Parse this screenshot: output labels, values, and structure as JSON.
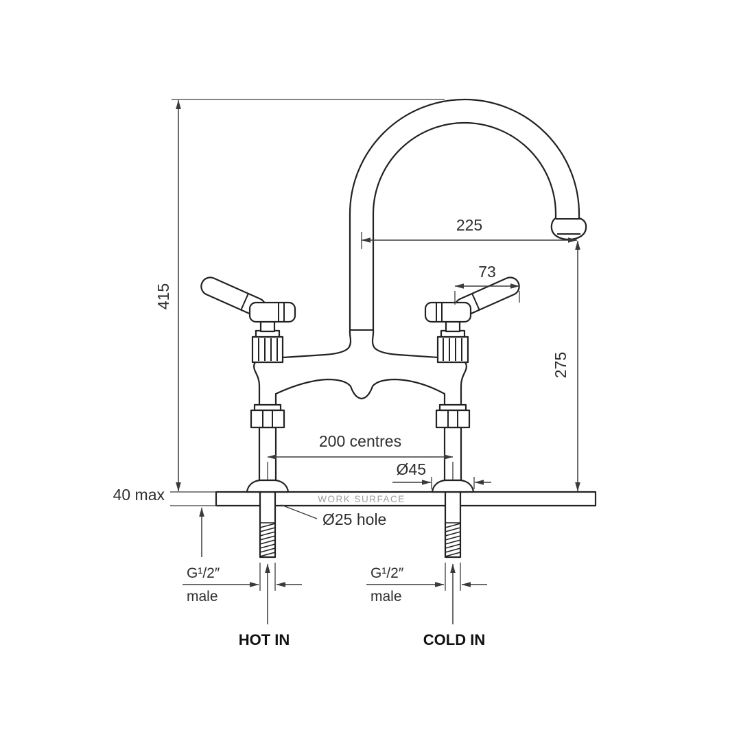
{
  "diagram": {
    "type": "technical-drawing",
    "product": "Bridge kitchen mixer tap installation drawing",
    "background": "#ffffff",
    "line_color": "#222222",
    "dimensions": {
      "overall_height": "415",
      "spout_reach": "225",
      "handle_projection": "73",
      "spout_height": "275",
      "centres": "200 centres",
      "flange_diameter": "Ø45",
      "surface_thickness": "40 max",
      "hole_diameter": "Ø25 hole",
      "thread_line1": "G¹/2″",
      "thread_line2": "male"
    },
    "labels": {
      "work_surface": "WORK SURFACE",
      "hot_in": "HOT IN",
      "cold_in": "COLD IN"
    }
  }
}
